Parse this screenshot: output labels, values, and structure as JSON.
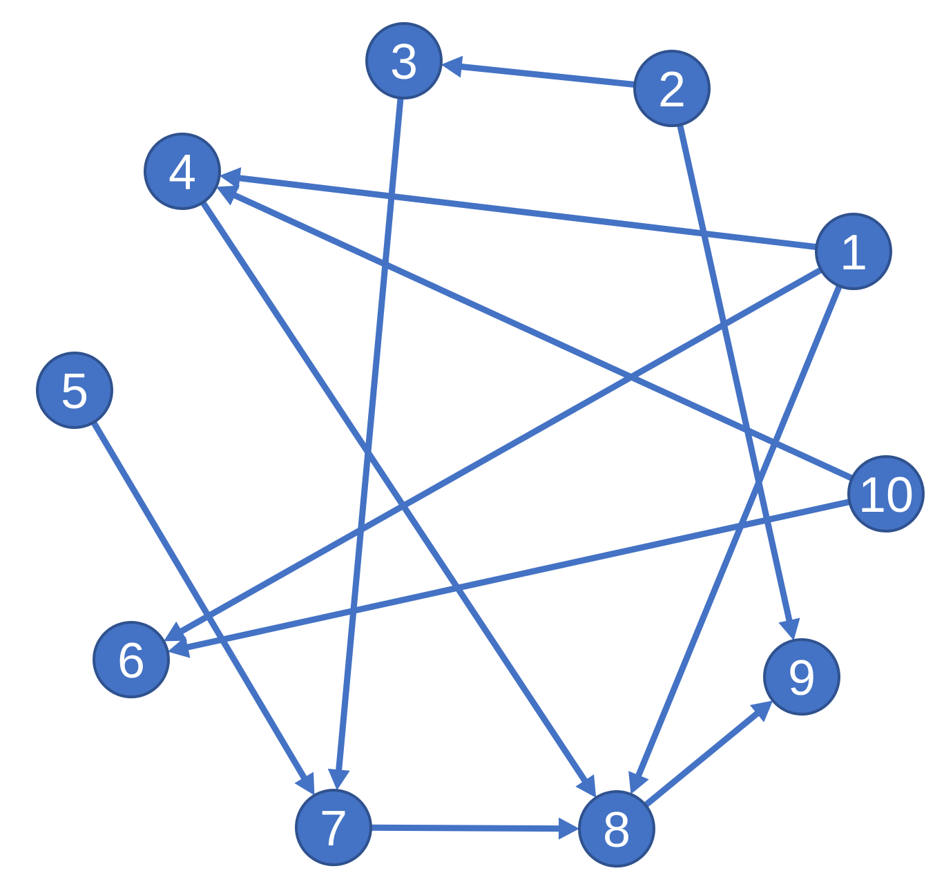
{
  "graph": {
    "directed": true,
    "colors": {
      "node_fill": "#4472C4",
      "node_stroke": "#2F528F",
      "edge": "#4472C4",
      "label": "#FFFFFF",
      "background": "#FFFFFF"
    },
    "nodes": [
      {
        "id": "1",
        "label": "1"
      },
      {
        "id": "2",
        "label": "2"
      },
      {
        "id": "3",
        "label": "3"
      },
      {
        "id": "4",
        "label": "4"
      },
      {
        "id": "5",
        "label": "5"
      },
      {
        "id": "6",
        "label": "6"
      },
      {
        "id": "7",
        "label": "7"
      },
      {
        "id": "8",
        "label": "8"
      },
      {
        "id": "9",
        "label": "9"
      },
      {
        "id": "10",
        "label": "10"
      }
    ],
    "edges": [
      {
        "from": "2",
        "to": "3"
      },
      {
        "from": "2",
        "to": "9"
      },
      {
        "from": "3",
        "to": "7"
      },
      {
        "from": "1",
        "to": "4"
      },
      {
        "from": "10",
        "to": "4"
      },
      {
        "from": "4",
        "to": "8"
      },
      {
        "from": "1",
        "to": "6"
      },
      {
        "from": "1",
        "to": "8"
      },
      {
        "from": "10",
        "to": "6"
      },
      {
        "from": "5",
        "to": "7"
      },
      {
        "from": "7",
        "to": "8"
      },
      {
        "from": "8",
        "to": "9"
      }
    ]
  }
}
